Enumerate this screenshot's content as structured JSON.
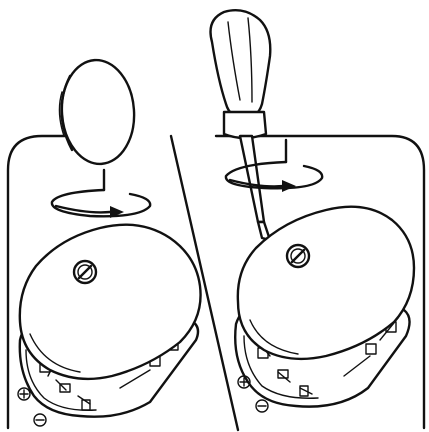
{
  "illustration": {
    "left_panel": {
      "tool": "coin",
      "action": "rotate-counterclockwise"
    },
    "right_panel": {
      "tool": "screwdriver",
      "action": "rotate-counterclockwise"
    },
    "symbols": {
      "plus": "+",
      "minus": "−"
    },
    "colors": {
      "line": "#111111",
      "background": "#ffffff"
    }
  }
}
